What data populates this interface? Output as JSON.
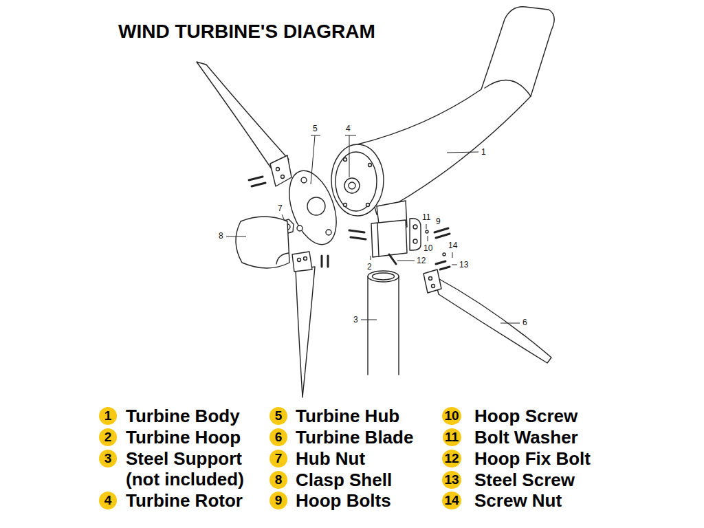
{
  "diagram": {
    "title": "WIND TURBINE'S DIAGRAM",
    "nodes": [
      {
        "text": [
          "1"
        ]
      },
      {
        "text": [
          "2"
        ]
      },
      {
        "text": [
          "3"
        ]
      },
      {
        "text": [
          "4"
        ]
      },
      {
        "text": [
          "5"
        ]
      },
      {
        "text": [
          "6"
        ]
      },
      {
        "text": [
          "7"
        ]
      },
      {
        "text": [
          "8"
        ]
      },
      {
        "text": [
          "9"
        ]
      },
      {
        "text": [
          "10"
        ]
      },
      {
        "text": [
          "11"
        ]
      },
      {
        "text": [
          "12"
        ]
      },
      {
        "text": [
          "13"
        ]
      },
      {
        "text": [
          "14"
        ]
      }
    ],
    "labels": [
      "1",
      "2",
      "3",
      "4",
      "5",
      "6",
      "7",
      "8",
      "9",
      "10",
      "11",
      "12",
      "13",
      "14",
      "Turbine Body",
      "Turbine Hoop",
      "Steel Support (not included)",
      "Turbine Rotor",
      "Turbine Hub",
      "Turbine Blade",
      "Hub Nut",
      "Clasp Shell",
      "Hoop Bolts",
      "Hoop Screw",
      "Bolt Washer",
      "Hoop Fix Bolt",
      "Steel Screw",
      "Screw Nut"
    ]
  }
}
